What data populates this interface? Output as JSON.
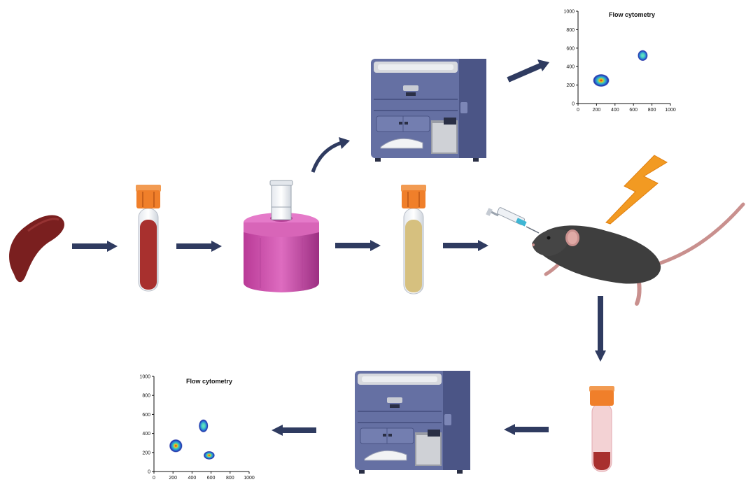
{
  "colors": {
    "arrow": "#2f3b60",
    "spleen": "#7a1f1f",
    "blood": "#a8302e",
    "serum": "#d6c07f",
    "tube_cap": "#f07f2a",
    "centrifuge": "#c64aa4",
    "cytometer": "#5f6b9c",
    "mouse": "#3e3e3e",
    "bolt": "#f29a22"
  },
  "icons": [
    "spleen-icon",
    "blood-tube-icon",
    "centrifuge-icon",
    "serum-tube-icon",
    "flow-cytometer-icon",
    "mouse-icon",
    "syringe-icon",
    "lightning-bolt-icon",
    "blood-sample-tube-icon"
  ],
  "plots": {
    "top": {
      "title": "Flow cytometry",
      "y_ticks": [
        "0",
        "200",
        "400",
        "600",
        "800",
        "1000"
      ],
      "x_ticks": [
        "0",
        "200",
        "400",
        "600",
        "800",
        "1000"
      ]
    },
    "bottom": {
      "title": "Flow cytometry",
      "y_ticks": [
        "0",
        "200",
        "400",
        "600",
        "800",
        "1000"
      ],
      "x_ticks": [
        "0",
        "200",
        "400",
        "600",
        "800",
        "1000"
      ]
    }
  },
  "chart_data": [
    {
      "type": "scatter",
      "title": "Flow cytometry",
      "xlim": [
        0,
        1000
      ],
      "ylim": [
        0,
        1000
      ],
      "populations": [
        {
          "center": [
            250,
            250
          ],
          "spread": [
            90,
            70
          ]
        },
        {
          "center": [
            700,
            520
          ],
          "spread": [
            55,
            60
          ]
        }
      ]
    },
    {
      "type": "scatter",
      "title": "Flow cytometry",
      "xlim": [
        0,
        1000
      ],
      "ylim": [
        0,
        1000
      ],
      "populations": [
        {
          "center": [
            230,
            270
          ],
          "spread": [
            70,
            70
          ]
        },
        {
          "center": [
            520,
            480
          ],
          "spread": [
            50,
            70
          ]
        },
        {
          "center": [
            580,
            170
          ],
          "spread": [
            60,
            45
          ]
        }
      ]
    }
  ]
}
